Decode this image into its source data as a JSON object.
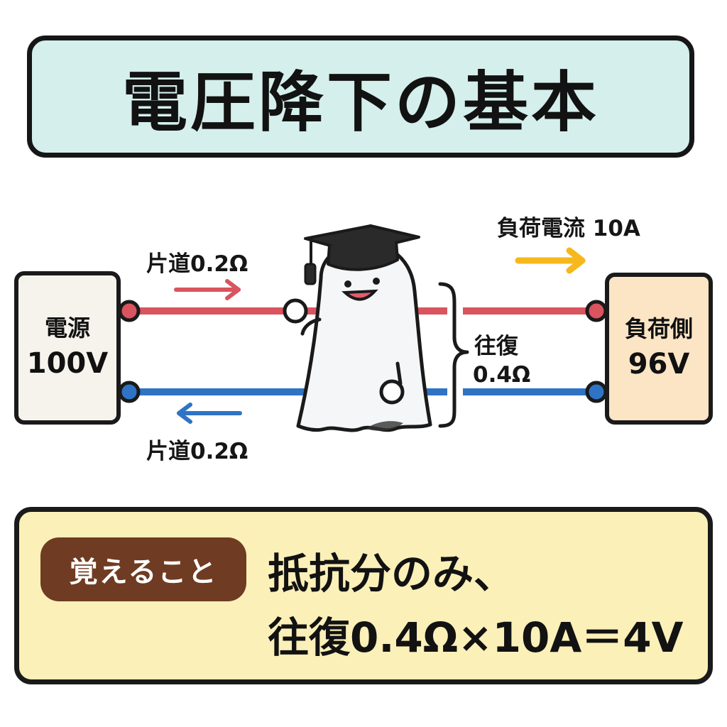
{
  "title": "電圧降下の基本",
  "source": {
    "name": "電源",
    "voltage": "100V"
  },
  "load": {
    "name": "負荷側",
    "voltage": "96V"
  },
  "labels": {
    "top_wire": "片道0.2Ω",
    "bottom_wire": "片道0.2Ω",
    "round_trip_line1": "往復",
    "round_trip_line2": "0.4Ω",
    "load_current": "負荷電流 10A"
  },
  "colors": {
    "title_bg": "#d4efec",
    "top_wire": "#d9545f",
    "bottom_wire": "#2f73c4",
    "current_arrow": "#f6b81c",
    "load_bg": "#fbe5c5",
    "source_bg": "#f6f3ec",
    "notes_bg": "#fbf0b8",
    "badge_bg": "#6f3b22"
  },
  "icons": [
    "graduation-cap-icon",
    "ghost-mascot-icon"
  ],
  "notes": {
    "badge": "覚えること",
    "line1": "抵抗分のみ、",
    "line2": "往復0.4Ω×10A＝4V"
  }
}
